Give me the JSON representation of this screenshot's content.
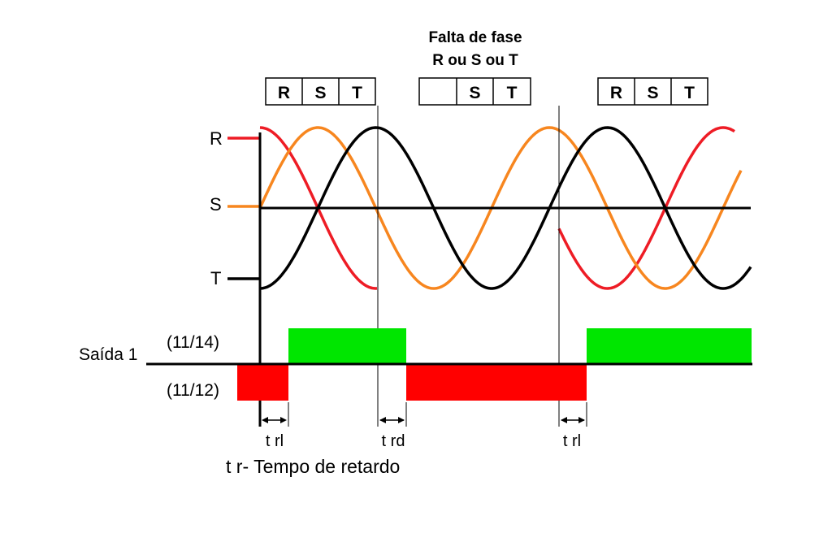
{
  "header": {
    "title_line1": "Falta de fase",
    "title_line2": "R ou S ou T"
  },
  "phase_boxes": [
    {
      "cells": [
        "R",
        "S",
        "T"
      ]
    },
    {
      "cells": [
        "",
        "S",
        "T"
      ]
    },
    {
      "cells": [
        "R",
        "S",
        "T"
      ]
    }
  ],
  "phase_labels": {
    "r": "R",
    "s": "S",
    "t": "T"
  },
  "output": {
    "name": "Saída 1",
    "no_label": "(11/14)",
    "nc_label": "(11/12)"
  },
  "delays": {
    "first": "t rl",
    "second": "t rd",
    "third": "t rl"
  },
  "legend": "t r- Tempo de retardo",
  "colors": {
    "phase_r": "#ee1c25",
    "phase_s": "#f7861f",
    "phase_t": "#000000",
    "output_no": "#00e600",
    "output_nc": "#ff0000"
  }
}
